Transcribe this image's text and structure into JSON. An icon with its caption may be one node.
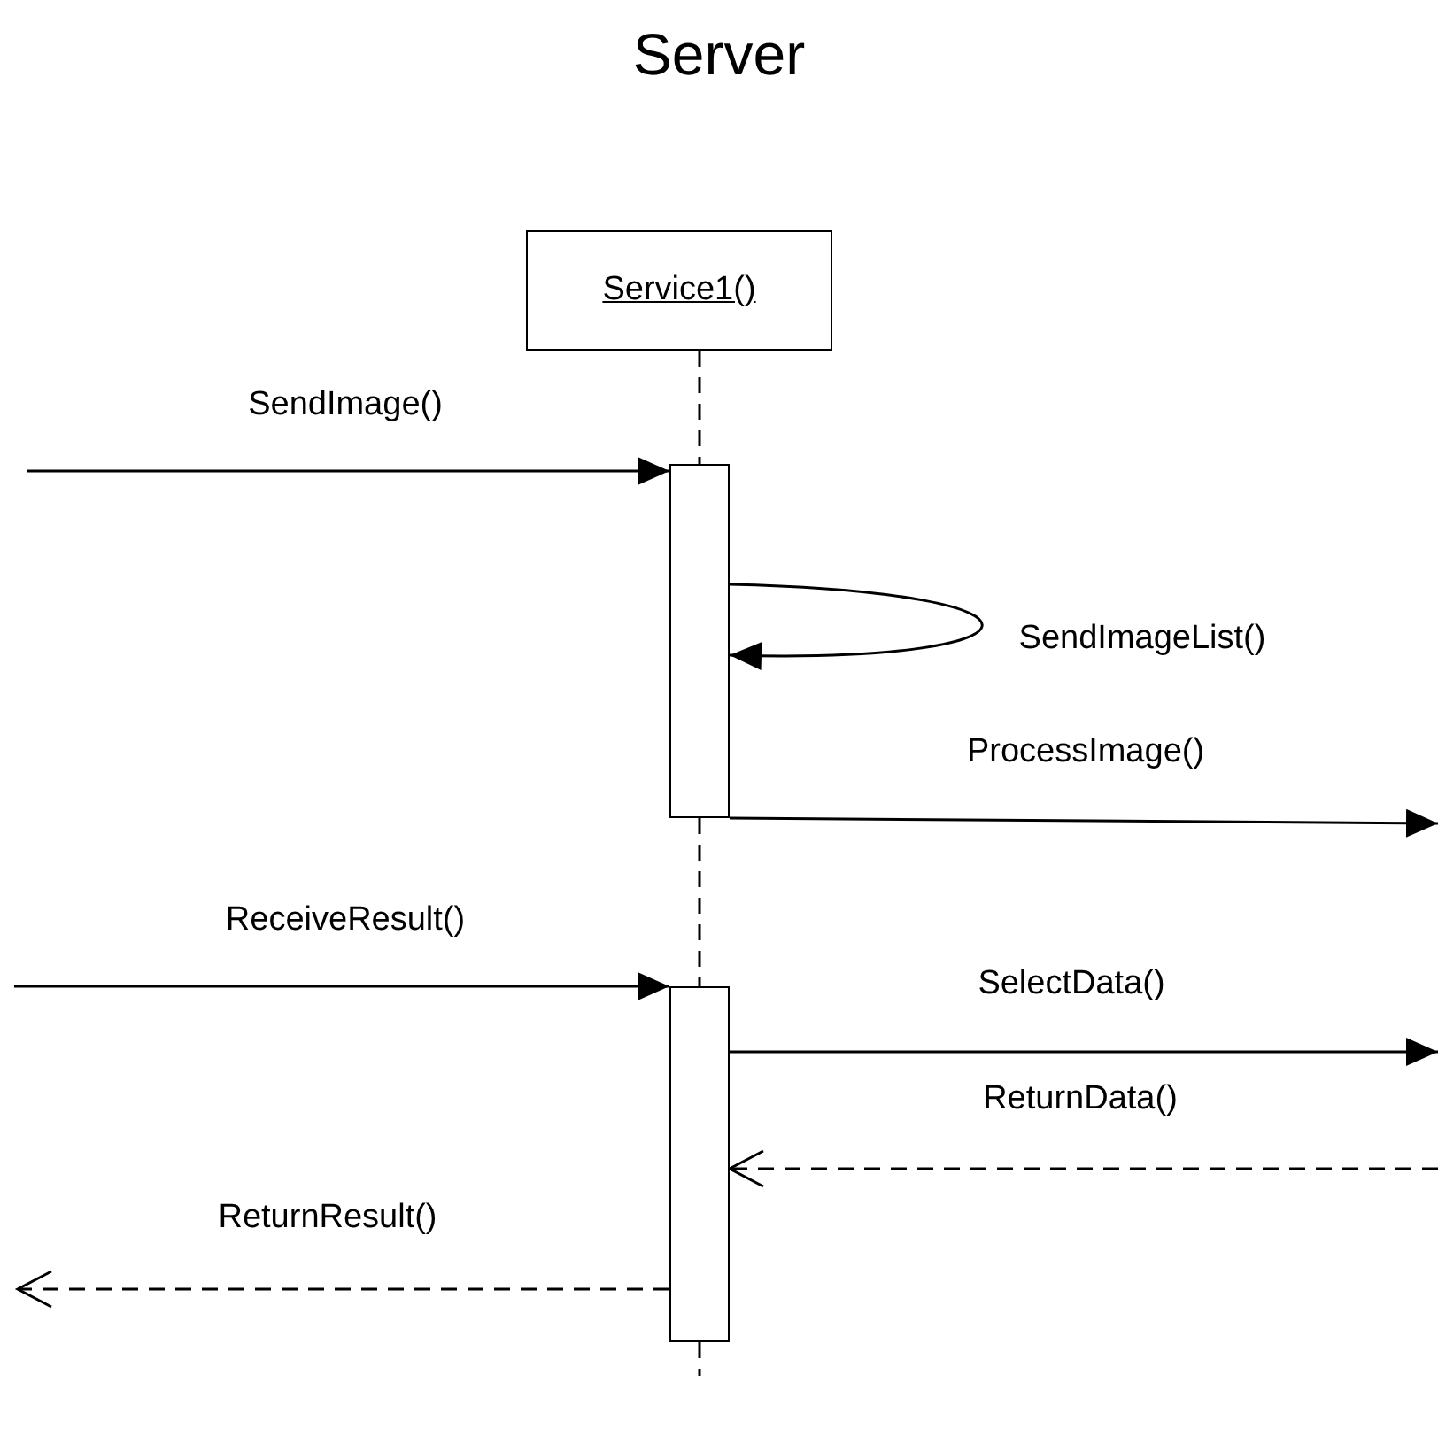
{
  "diagram": {
    "title": "Server",
    "nodes": [
      {
        "text": [
          "Service1()"
        ]
      },
      {
        "text": [],
        "shape": "bar"
      },
      {
        "text": [],
        "shape": "bar"
      }
    ],
    "edges": [
      {
        "from": null,
        "to": 1,
        "arrow": "to",
        "label": "SendImage()"
      },
      {
        "from": 1,
        "to": 1,
        "arrow": "to",
        "label": "SendImageList()"
      },
      {
        "from": 1,
        "to": null,
        "arrow": "to",
        "label": "ProcessImage()"
      },
      {
        "from": null,
        "to": 2,
        "arrow": "to",
        "label": "ReceiveResult()"
      },
      {
        "from": 2,
        "to": null,
        "arrow": "to",
        "label": "SelectData()"
      },
      {
        "from": null,
        "to": 2,
        "arrow": "to",
        "label": "ReturnData()",
        "style": "dashed"
      },
      {
        "from": 2,
        "to": null,
        "arrow": "to",
        "label": "ReturnResult()",
        "style": "dashed"
      },
      {
        "from": 0,
        "to": 1,
        "arrow": "none",
        "style": "dashed"
      },
      {
        "from": 1,
        "to": 2,
        "arrow": "none",
        "style": "dashed"
      },
      {
        "from": 2,
        "to": null,
        "arrow": "none",
        "style": "dashed"
      }
    ]
  }
}
